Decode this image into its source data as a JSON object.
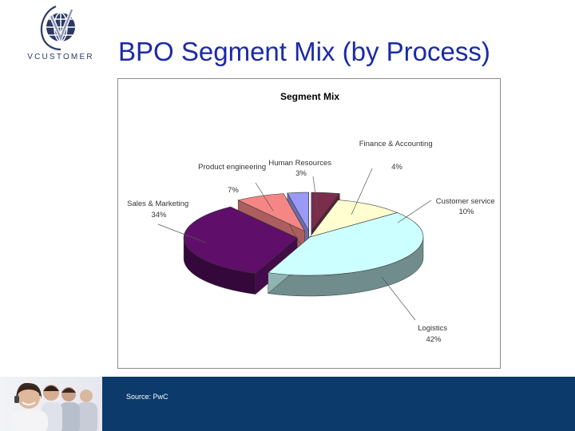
{
  "slide": {
    "title": "BPO Segment Mix (by Process)",
    "logo_text": "VCUSTOMER",
    "source": "Source: PwC"
  },
  "chart_data": {
    "type": "pie",
    "title": "Segment Mix",
    "three_d": true,
    "slices": [
      {
        "label": "Finance & Accounting",
        "value": 4,
        "value_label": "4%",
        "color": "#7b2d4c",
        "exploded": true
      },
      {
        "label": "Customer service",
        "value": 10,
        "value_label": "10%",
        "color": "#fefed0",
        "exploded": false
      },
      {
        "label": "Logistics",
        "value": 42,
        "value_label": "42%",
        "color": "#ccffff",
        "exploded": false
      },
      {
        "label": "Sales & Marketing",
        "value": 34,
        "value_label": "34%",
        "color": "#5f0f6a",
        "exploded": true
      },
      {
        "label": "Product engineering",
        "value": 7,
        "value_label": "7%",
        "color": "#f58686",
        "exploded": true
      },
      {
        "label": "Human Resources",
        "value": 3,
        "value_label": "3%",
        "color": "#9a9af6",
        "exploded": true
      }
    ]
  }
}
